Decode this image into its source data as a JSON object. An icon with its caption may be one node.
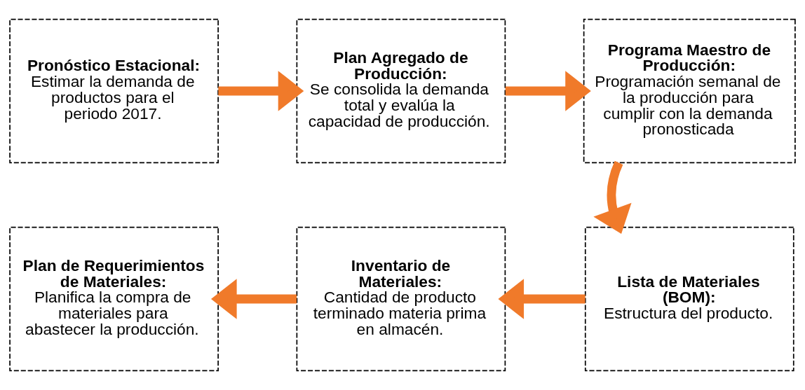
{
  "diagram": {
    "nodes": [
      {
        "text": [
          "Pronóstico Estacional:",
          "Estimar la demanda de productos para el periodo 2017."
        ]
      },
      {
        "text": [
          "Plan Agregado de Producción:",
          "Se consolida la demanda total y evalúa la capacidad de producción."
        ]
      },
      {
        "text": [
          "Programa Maestro de Producción:",
          "Programación semanal de la producción para cumplir con la demanda pronosticada"
        ]
      },
      {
        "text": [
          "Plan de Requerimientos de Materiales:",
          "Planifica la compra de materiales para abastecer la producción."
        ]
      },
      {
        "text": [
          "Inventario de Materiales:",
          "Cantidad de producto terminado materia prima en almacén."
        ]
      },
      {
        "text": [
          "Lista de Materiales (BOM):",
          "Estructura del producto."
        ]
      }
    ],
    "edges": [
      {
        "from": 0,
        "to": 1,
        "arrow": "to"
      },
      {
        "from": 1,
        "to": 2,
        "arrow": "to"
      },
      {
        "from": 2,
        "to": 5,
        "arrow": "to"
      },
      {
        "from": 5,
        "to": 4,
        "arrow": "to"
      },
      {
        "from": 4,
        "to": 3,
        "arrow": "to"
      }
    ]
  }
}
